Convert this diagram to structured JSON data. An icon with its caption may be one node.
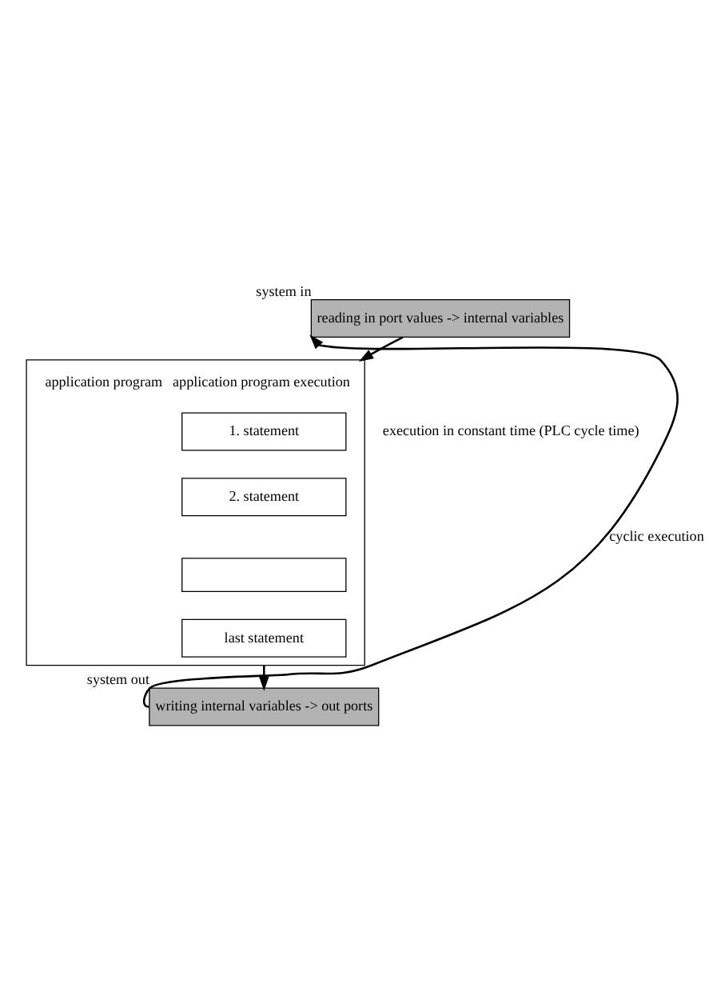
{
  "diagram": {
    "nodes": [
      {
        "text": [
          "reading in port values -> internal variables"
        ],
        "beside": [
          "system in"
        ]
      },
      {
        "text": [
          "application program execution"
        ],
        "beside": [
          "application program"
        ]
      },
      {
        "text": [
          "1. statement"
        ],
        "in": 1
      },
      {
        "text": [
          "2. statement"
        ],
        "in": 1
      },
      {
        "text": [],
        "shape": "box",
        "in": 1
      },
      {
        "text": [
          "last statement"
        ],
        "in": 1
      },
      {
        "text": [
          "writing internal variables -> out ports"
        ],
        "beside": [
          "system out"
        ]
      }
    ],
    "edges": [
      {
        "from": 0,
        "to": 1,
        "arrow": "to"
      },
      {
        "from": 1,
        "to": 6,
        "arrow": "to"
      },
      {
        "from": 6,
        "to": 0,
        "arrow": "to",
        "label": "cyclic execution"
      }
    ],
    "labels": [
      "execution in constant time (PLC cycle time)"
    ]
  }
}
